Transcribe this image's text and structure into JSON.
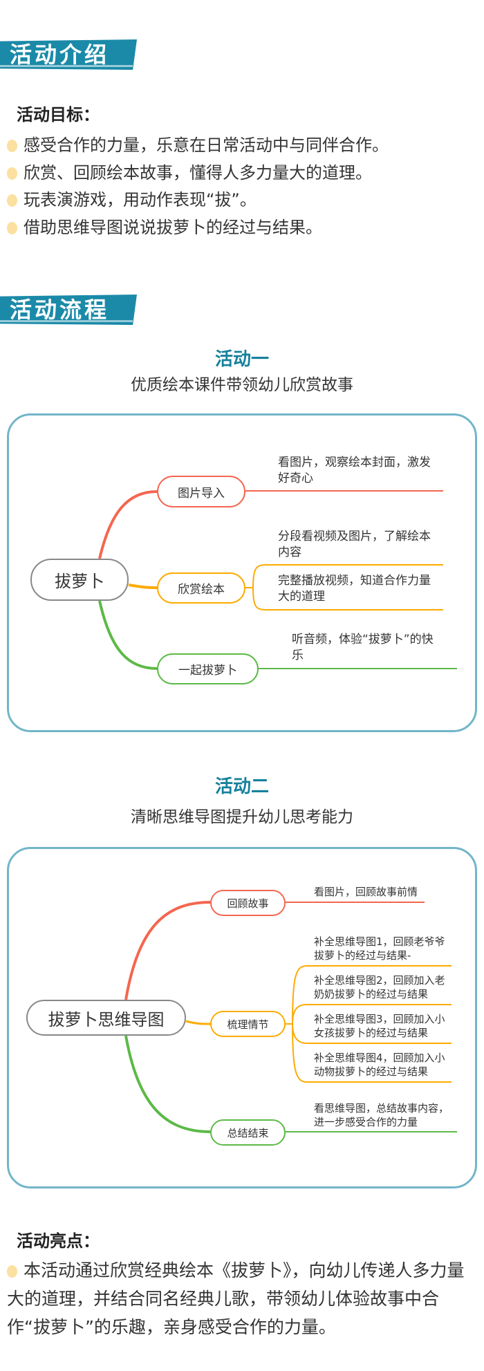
{
  "intro": {
    "banner": "活动介绍",
    "goals_heading": "活动目标：",
    "goals": [
      "感受合作的力量，乐意在日常活动中与同伴合作。",
      "欣赏、回顾绘本故事，懂得人多力量大的道理。",
      "玩表演游戏，用动作表现“拔”。",
      "借助思维导图说说拔萝卜的经过与结果。"
    ]
  },
  "process": {
    "banner": "活动流程",
    "activity1": {
      "title": "活动一",
      "subtitle": "优质绘本课件带领幼儿欣赏故事",
      "root": "拔萝卜",
      "branches": [
        {
          "label": "图片导入",
          "leaves": [
            [
              "看图片，观察绘本封面，激发",
              "好奇心"
            ]
          ]
        },
        {
          "label": "欣赏绘本",
          "leaves": [
            [
              "分段看视频及图片，了解绘本",
              "内容"
            ],
            [
              "完整播放视频，知道合作力量",
              "大的道理"
            ]
          ]
        },
        {
          "label": "一起拔萝卜",
          "leaves": [
            [
              "听音频，体验“拔萝卜”的快",
              "乐"
            ]
          ]
        }
      ]
    },
    "activity2": {
      "title": "活动二",
      "subtitle": "清晰思维导图提升幼儿思考能力",
      "root": "拔萝卜思维导图",
      "branches": [
        {
          "label": "回顾故事",
          "leaves": [
            [
              "看图片，回顾故事前情"
            ]
          ]
        },
        {
          "label": "梳理情节",
          "leaves": [
            [
              "补全思维导图1，回顾老爷爷",
              "拔萝卜的经过与结果-"
            ],
            [
              "补全思维导图2，回顾加入老",
              "奶奶拔萝卜的经过与结果"
            ],
            [
              "补全思维导图3，回顾加入小",
              "女孩拔萝卜的经过与结果"
            ],
            [
              "补全思维导图4，回顾加入小",
              "动物拔萝卜的经过与结果"
            ]
          ]
        },
        {
          "label": "总结结束",
          "leaves": [
            [
              "看思维导图，总结故事内容，",
              "进一步感受合作的力量"
            ]
          ]
        }
      ]
    }
  },
  "highlights": {
    "heading": "活动亮点：",
    "text": "本活动通过欣赏经典绘本《拔萝卜》，向幼儿传递人多力量大的道理，并结合同名经典儿歌，带领幼儿体验故事中合作“拔萝卜”的乐趣，亲身感受合作的力量。"
  },
  "colors": {
    "teal": "#1b8aa8",
    "red": "#f4664f",
    "orange": "#fdab00",
    "green": "#5cb947",
    "box_border": "#72b5c9",
    "highlight": "#fbe3a8"
  }
}
